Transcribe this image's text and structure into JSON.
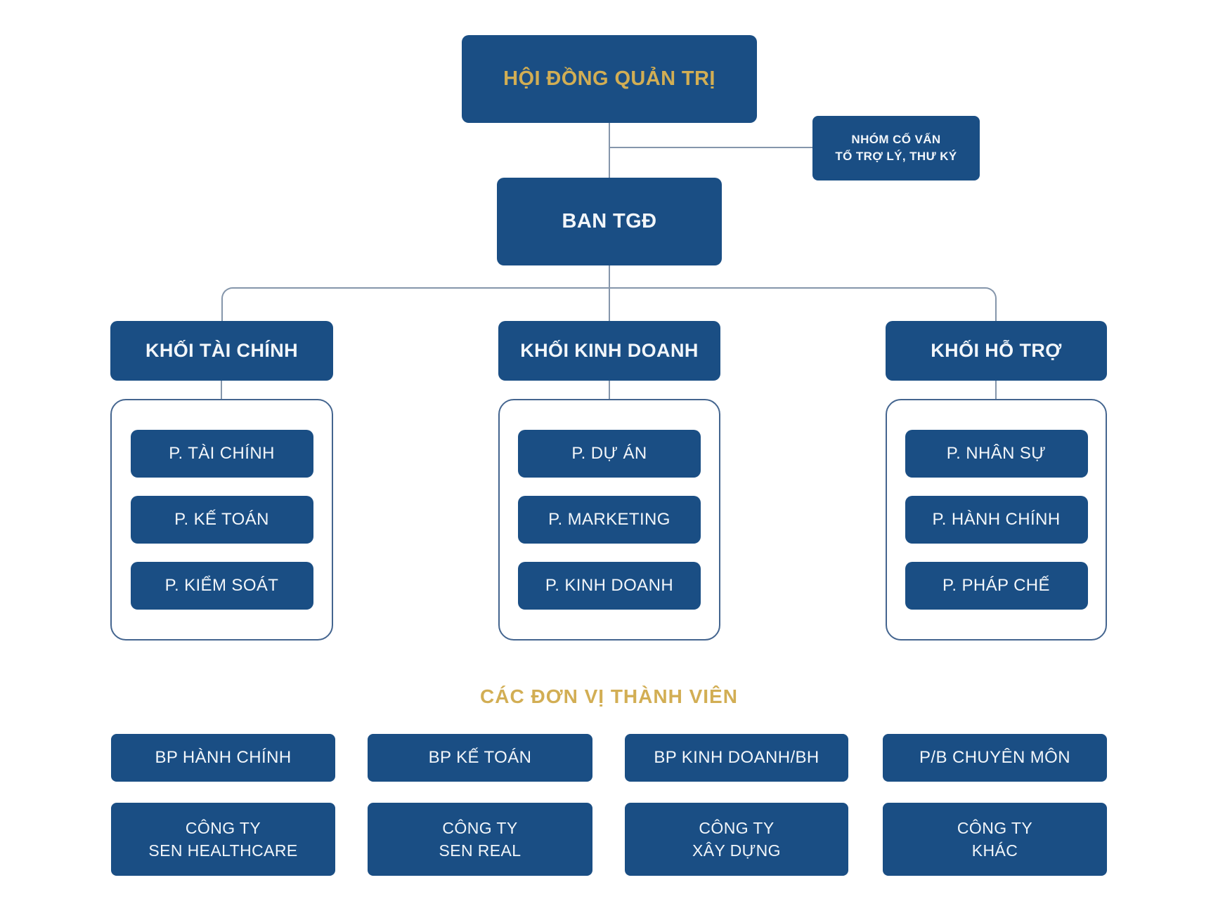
{
  "palette": {
    "box_blue": "#1a4e84",
    "gold": "#d2ae54",
    "white_text": "#f2f6fa",
    "line": "#8596ab",
    "container_border": "#44658f",
    "background": "#ffffff"
  },
  "org": {
    "root": "HỘI ĐỒNG QUẢN TRỊ",
    "advisor": {
      "line1": "NHÓM CỐ VẤN",
      "line2": "TỔ TRỢ LÝ, THƯ KÝ"
    },
    "executive": "BAN TGĐ",
    "divisions": [
      {
        "name": "KHỐI TÀI CHÍNH",
        "departments": [
          "P. TÀI CHÍNH",
          "P. KẾ TOÁN",
          "P. KIỂM SOÁT"
        ]
      },
      {
        "name": "KHỐI KINH DOANH",
        "departments": [
          "P. DỰ ÁN",
          "P. MARKETING",
          "P. KINH DOANH"
        ]
      },
      {
        "name": "KHỐI HỖ TRỢ",
        "departments": [
          "P. NHÂN SỰ",
          "P. HÀNH CHÍNH",
          "P. PHÁP CHẾ"
        ]
      }
    ],
    "members_section": {
      "title": "CÁC ĐƠN VỊ THÀNH VIÊN",
      "units": [
        "BP HÀNH CHÍNH",
        "BP KẾ TOÁN",
        "BP KINH DOANH/BH",
        "P/B CHUYÊN MÔN"
      ],
      "companies": [
        {
          "line1": "CÔNG TY",
          "line2": "SEN HEALTHCARE"
        },
        {
          "line1": "CÔNG TY",
          "line2": "SEN REAL"
        },
        {
          "line1": "CÔNG TY",
          "line2": "XÂY DỰNG"
        },
        {
          "line1": "CÔNG TY",
          "line2": "KHÁC"
        }
      ]
    }
  }
}
